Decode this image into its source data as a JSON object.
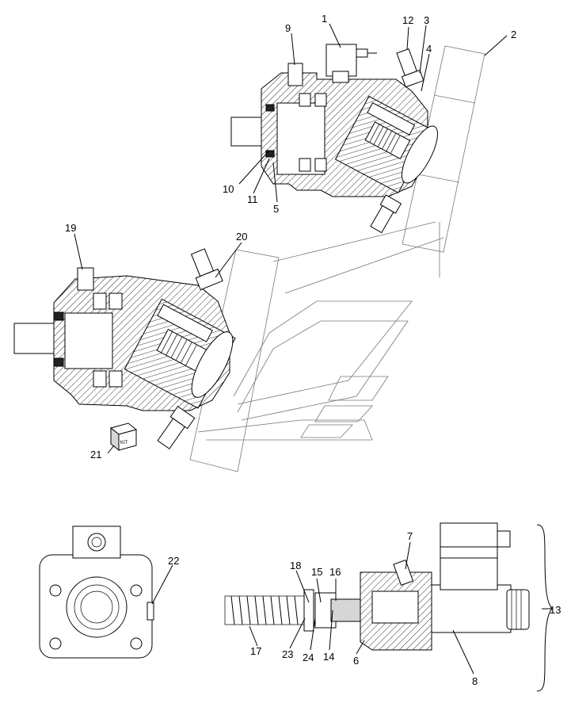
{
  "diagram": {
    "callouts": [
      {
        "id": "c1",
        "text": "1"
      },
      {
        "id": "c2",
        "text": "2"
      },
      {
        "id": "c3",
        "text": "3"
      },
      {
        "id": "c4",
        "text": "4"
      },
      {
        "id": "c5",
        "text": "5"
      },
      {
        "id": "c6",
        "text": "6"
      },
      {
        "id": "c7",
        "text": "7"
      },
      {
        "id": "c8",
        "text": "8"
      },
      {
        "id": "c9",
        "text": "9"
      },
      {
        "id": "c10",
        "text": "10"
      },
      {
        "id": "c11",
        "text": "11"
      },
      {
        "id": "c12",
        "text": "12"
      },
      {
        "id": "c13",
        "text": "13"
      },
      {
        "id": "c14",
        "text": "14"
      },
      {
        "id": "c15",
        "text": "15"
      },
      {
        "id": "c16",
        "text": "16"
      },
      {
        "id": "c17",
        "text": "17"
      },
      {
        "id": "c18",
        "text": "18"
      },
      {
        "id": "c19",
        "text": "19"
      },
      {
        "id": "c20",
        "text": "20"
      },
      {
        "id": "c21",
        "text": "21"
      },
      {
        "id": "c22",
        "text": "22"
      },
      {
        "id": "c23",
        "text": "23"
      },
      {
        "id": "c24",
        "text": "24"
      }
    ],
    "kit_box_label": "KIT"
  }
}
